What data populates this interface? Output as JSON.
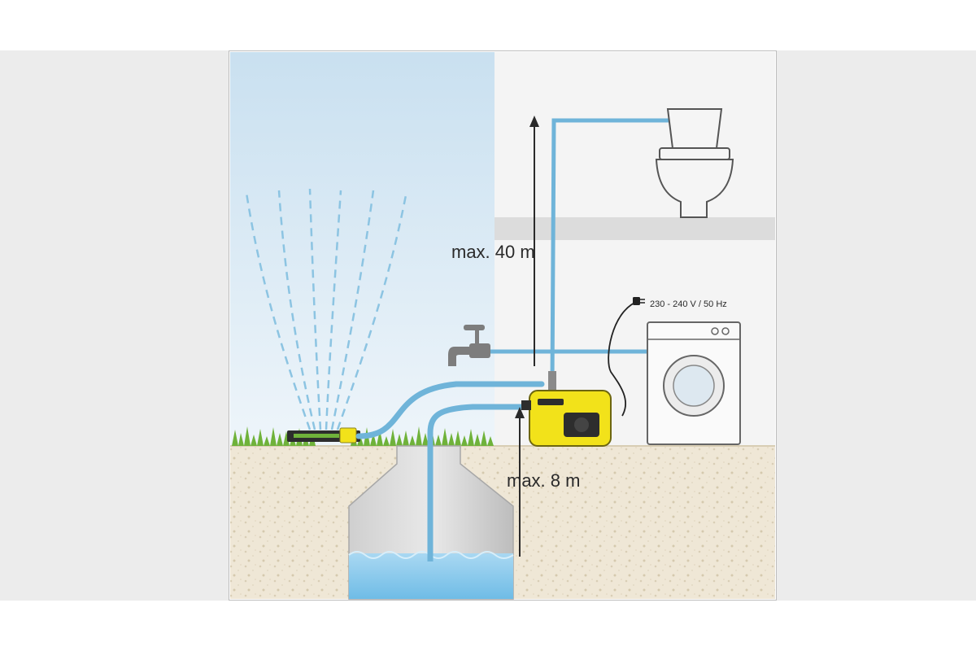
{
  "labels": {
    "height_max": "max. 40 m",
    "suction_max": "max. 8 m",
    "voltage": "230 - 240 V / 50 Hz"
  },
  "colors": {
    "sky": "#cfe3f1",
    "wall": "#f4f4f4",
    "floor_slab": "#dcdcdc",
    "ground": "#efe7d6",
    "pipe": "#6fb4d9",
    "water": "#8ecbec",
    "pump_yellow": "#f2e21a",
    "grass": "#6fb23a"
  },
  "icons": [
    "sprinkler-icon",
    "water-tap-icon",
    "toilet-icon",
    "washing-machine-icon",
    "garden-pump-icon",
    "well-icon",
    "power-plug-icon"
  ]
}
